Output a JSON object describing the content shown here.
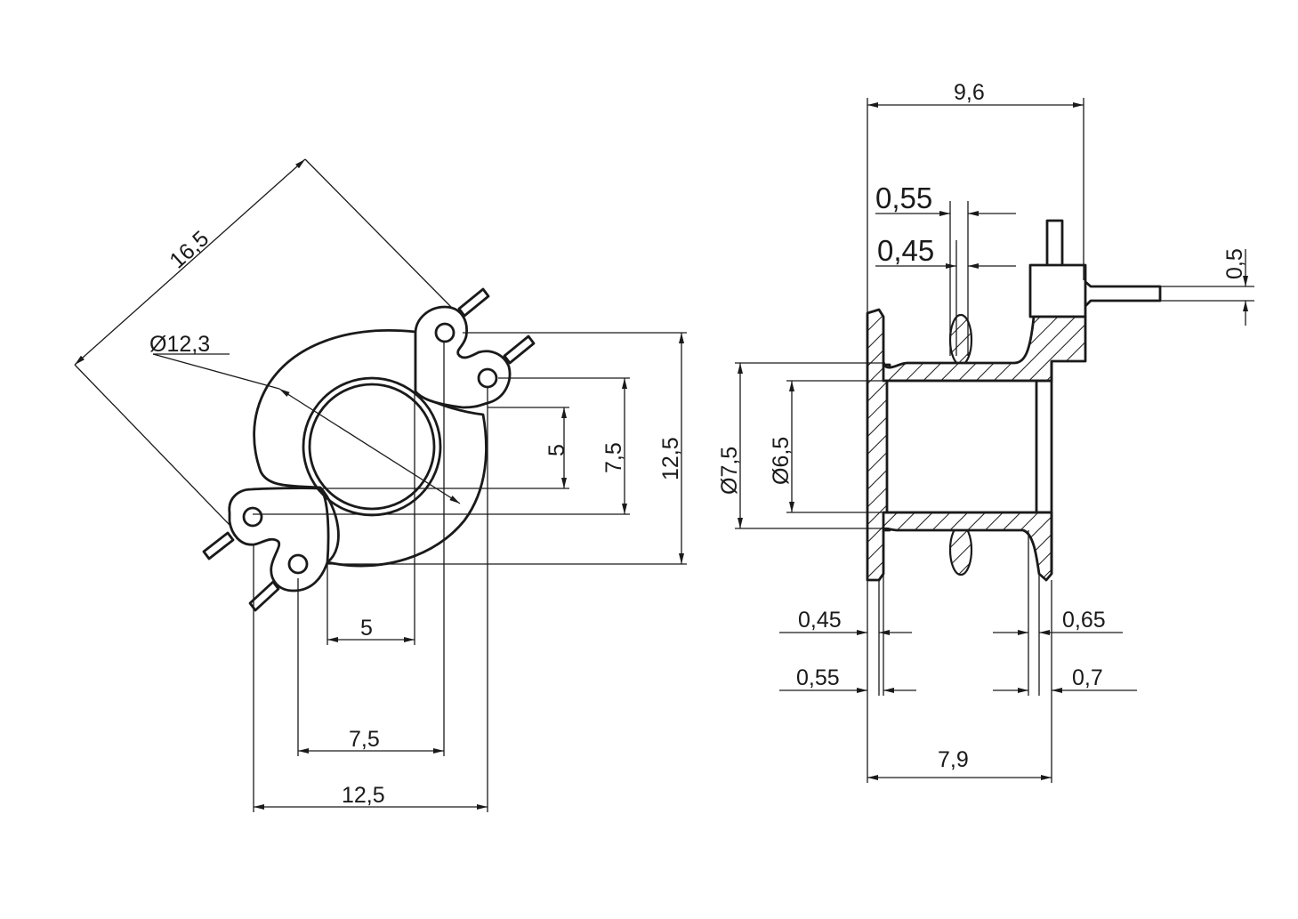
{
  "front_view": {
    "dim_diagonal": "16,5",
    "dim_diameter": "Ø12,3",
    "dim_pin_spacing_x_inner": "5",
    "dim_pin_spacing_x_mid": "7,5",
    "dim_pin_spacing_x_outer": "12,5",
    "dim_pin_spacing_y_inner": "5",
    "dim_pin_spacing_y_mid": "7,5",
    "dim_pin_spacing_y_outer": "12,5"
  },
  "side_view": {
    "dim_total_length": "9,6",
    "dim_fin_width_outer": "0,55",
    "dim_fin_width_inner": "0,45",
    "dim_pin_diameter": "0,5",
    "dim_outer_diameter": "Ø7,5",
    "dim_inner_diameter": "Ø6,5",
    "dim_left_flange_a": "0,45",
    "dim_left_flange_b": "0,55",
    "dim_right_flange_a": "0,65",
    "dim_right_flange_b": "0,7",
    "dim_body_length": "7,9"
  },
  "colors": {
    "line": "#1a1a1a",
    "background": "#ffffff"
  }
}
